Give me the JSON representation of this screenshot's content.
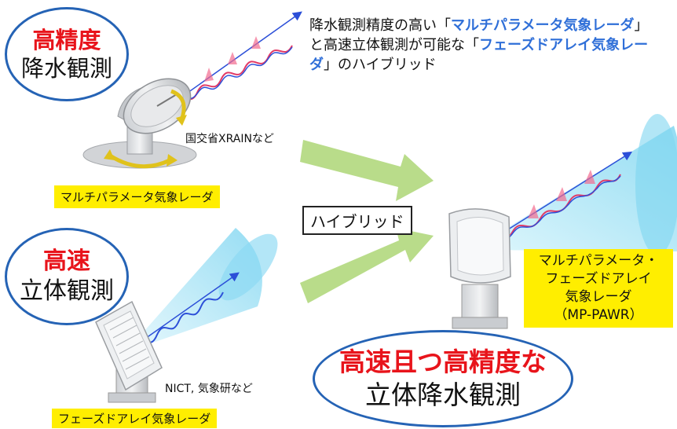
{
  "top_oval": {
    "line1": "高精度",
    "line2": "降水観測"
  },
  "mid_oval": {
    "line1": "高速",
    "line2": "立体観測"
  },
  "bottom_oval": {
    "line1": "高速且つ高精度な",
    "line2": "立体降水観測"
  },
  "description": {
    "part1": "降水観測精度の高い「",
    "hl1": "マルチパラメータ気象レーダ",
    "part2": "」と高速立体観測が可能な「",
    "hl2": "フェーズドアレイ気象レーダ",
    "part3": "」のハイブリッド"
  },
  "labels": {
    "xrain": "国交省XRAINなど",
    "mp_radar": "マルチパラメータ気象レーダ",
    "nict": "NICT, 気象研など",
    "pa_radar": "フェーズドアレイ気象レーダ",
    "hybrid": "ハイブリッド",
    "mp_pawr_1": "マルチパラメータ・",
    "mp_pawr_2": "フェーズドアレイ",
    "mp_pawr_3": "気象レーダ",
    "mp_pawr_4": "（MP-PAWR）"
  },
  "colors": {
    "accent_red": "#e8141b",
    "oval_border": "#2563b5",
    "highlight_blue": "#2f6fd8",
    "label_yellow": "#ffee00",
    "arrow_green": "#b9dc8a",
    "beam_cyan": "#9fe3f5"
  },
  "icons": [
    "parabolic-dish-radar-icon",
    "phased-array-radar-icon",
    "mp-pawr-radar-icon",
    "green-arrow-icon",
    "signal-wave-icon"
  ]
}
